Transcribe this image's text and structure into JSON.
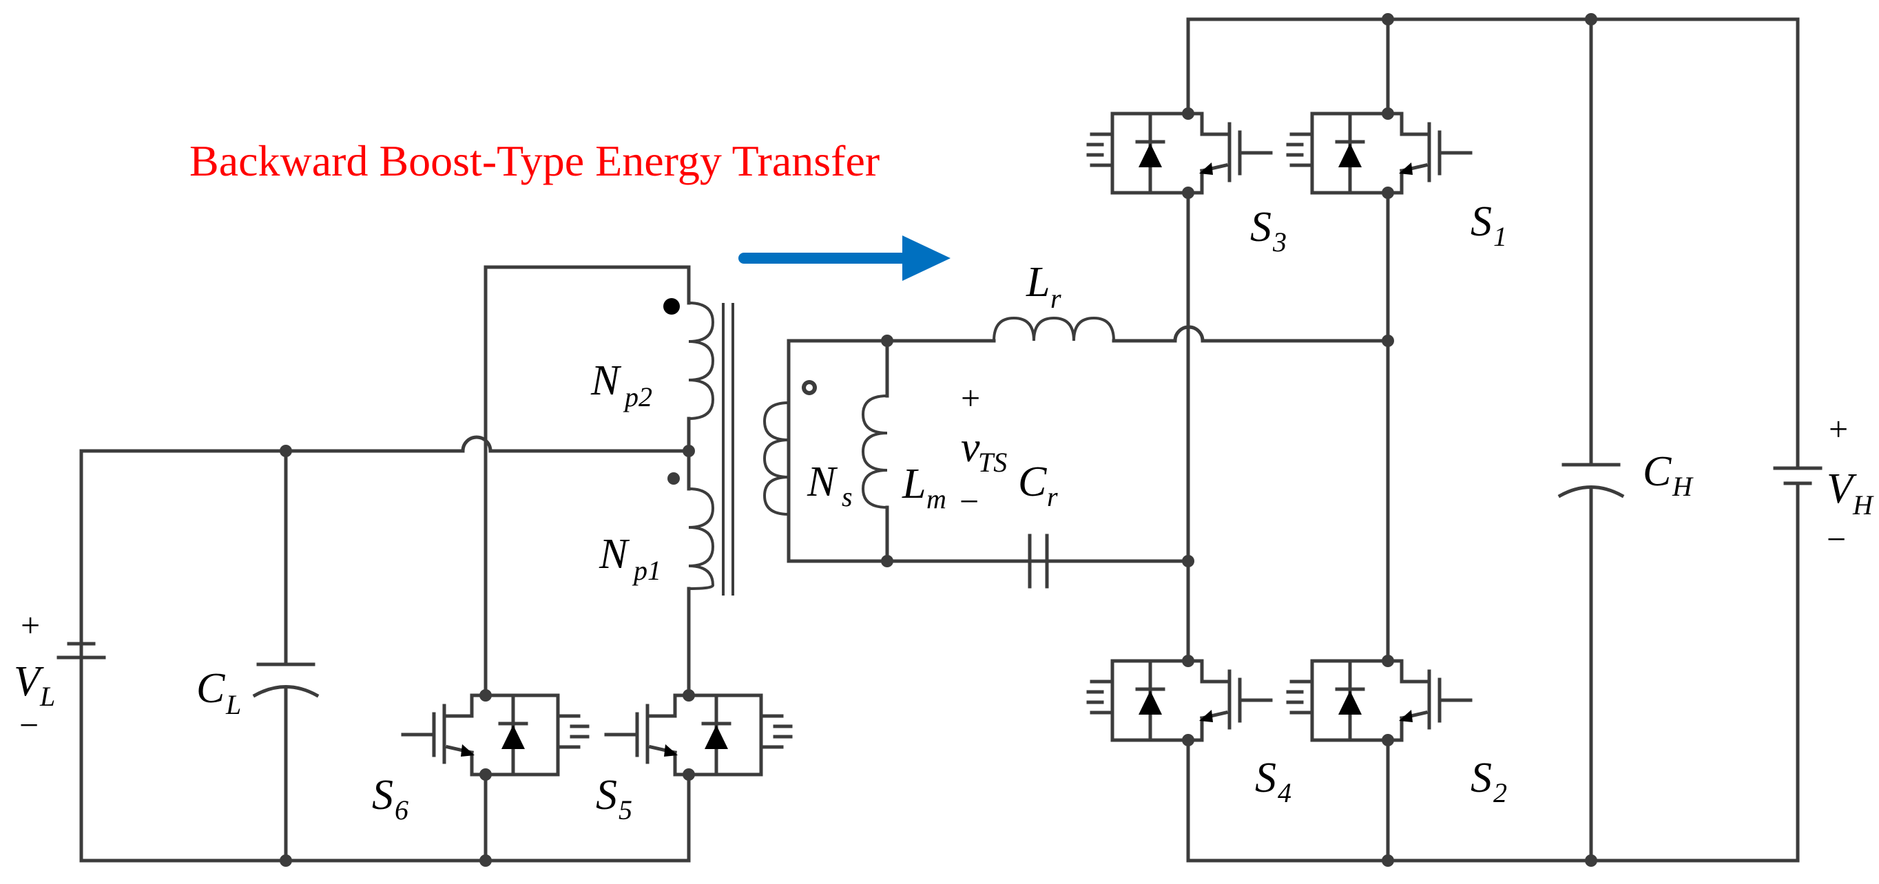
{
  "title": {
    "text": "Backward Boost-Type Energy Transfer",
    "color": "#ff0000"
  },
  "arrow_color": "#0070c0",
  "wire_color": "#3c3c3c",
  "labels": {
    "VL": {
      "main": "V",
      "sub": "L"
    },
    "CL": {
      "main": "C",
      "sub": "L"
    },
    "Np2": {
      "main": "N",
      "sub": "p2"
    },
    "Np1": {
      "main": "N",
      "sub": "p1"
    },
    "Ns": {
      "main": "N",
      "sub": "s"
    },
    "Lm": {
      "main": "L",
      "sub": "m"
    },
    "Lr": {
      "main": "L",
      "sub": "r"
    },
    "vTS": {
      "main": "v",
      "sub": "TS"
    },
    "Cr": {
      "main": "C",
      "sub": "r"
    },
    "CH": {
      "main": "C",
      "sub": "H"
    },
    "VH": {
      "main": "V",
      "sub": "H"
    },
    "S1": {
      "main": "S",
      "sub": "1"
    },
    "S2": {
      "main": "S",
      "sub": "2"
    },
    "S3": {
      "main": "S",
      "sub": "3"
    },
    "S4": {
      "main": "S",
      "sub": "4"
    },
    "S5": {
      "main": "S",
      "sub": "5"
    },
    "S6": {
      "main": "S",
      "sub": "6"
    }
  },
  "signs": {
    "plus": "+",
    "minus": "−"
  }
}
